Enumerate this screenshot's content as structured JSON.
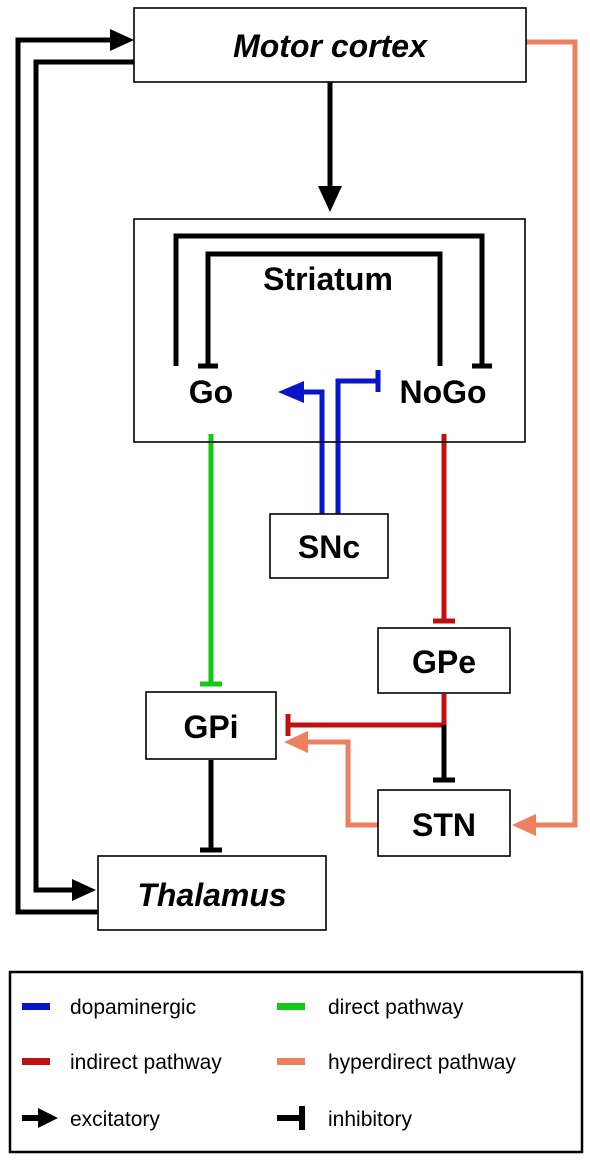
{
  "nodes": {
    "motor_cortex": "Motor cortex",
    "striatum": "Striatum",
    "go": "Go",
    "nogo": "NoGo",
    "snc": "SNc",
    "gpe": "GPe",
    "gpi": "GPi",
    "stn": "STN",
    "thalamus": "Thalamus"
  },
  "legend": {
    "dopaminergic": "dopaminergic",
    "direct": "direct pathway",
    "indirect": "indirect pathway",
    "hyperdirect": "hyperdirect pathway",
    "excitatory": "excitatory",
    "inhibitory": "inhibitory"
  },
  "colors": {
    "dopaminergic": "#0a14c8",
    "direct": "#16c816",
    "indirect": "#c01010",
    "hyperdirect": "#ee8060",
    "generic": "#000000"
  }
}
